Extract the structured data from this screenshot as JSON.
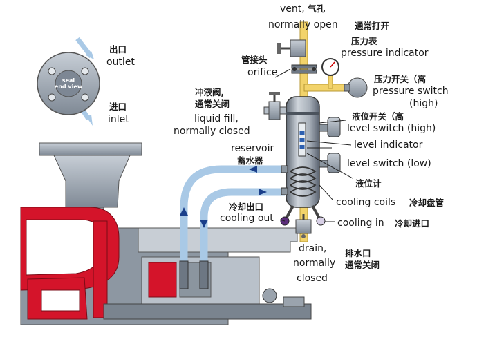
{
  "seal_view": {
    "line1": "seal",
    "line2": "end view"
  },
  "outlet": {
    "zh": "出口",
    "en": "outlet"
  },
  "inlet": {
    "zh": "进口",
    "en": "inlet"
  },
  "vent": {
    "en1": "vent,",
    "zh1": "气孔",
    "en2": "normally open",
    "zh2": "通常打开"
  },
  "orifice": {
    "zh": "管接头",
    "en": "orifice"
  },
  "pressure_indicator": {
    "zh": "压力表",
    "en": "pressure indicator"
  },
  "pressure_switch": {
    "zh": "压力开关（高",
    "en": "pressure switch",
    "state": "(high)"
  },
  "liquid_fill": {
    "zh1": "冲液阀,",
    "zh2": "通常关闭",
    "en1": "liquid fill,",
    "en2": "normally closed"
  },
  "level_switch_high": {
    "zh": "液位开关（高",
    "en": "level switch (high)"
  },
  "level_indicator": {
    "en": "level indicator"
  },
  "level_switch_low": {
    "en": "level switch (low)"
  },
  "level_gauge": {
    "zh": "液位计"
  },
  "reservoir": {
    "en": "reservoir",
    "zh": "蓄水器"
  },
  "cooling_out": {
    "zh": "冷却出口",
    "en": "cooling out"
  },
  "cooling_coils": {
    "en": "cooling coils",
    "zh": "冷却盘管"
  },
  "cooling_in": {
    "en": "cooling in",
    "zh": "冷却进口"
  },
  "drain": {
    "en1": "drain,",
    "zh1": "排水口",
    "en2": "normally",
    "zh2": "通常关闭",
    "en3": "closed"
  },
  "colors": {
    "metal": "#9aa3ad",
    "metal_dark": "#6e7884",
    "red": "#d4142a",
    "pipe_yellow": "#f2d36b",
    "line_blue": "#a9c9e6"
  }
}
